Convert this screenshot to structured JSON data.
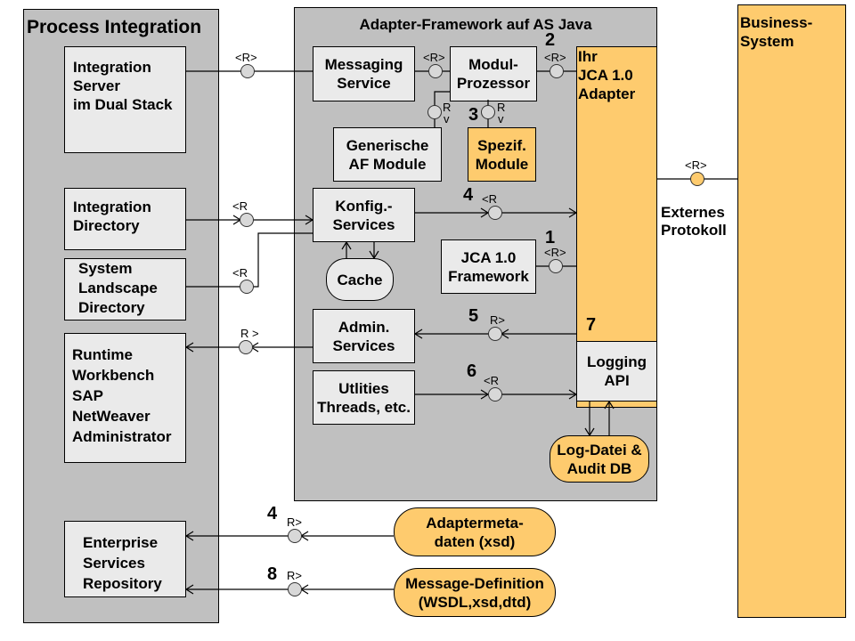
{
  "process_integration": {
    "title": "Process Integration",
    "integration_server": "Integration\nServer\nim Dual Stack",
    "integration_directory": "Integration\nDirectory",
    "sld": "System\nLandscape\nDirectory",
    "runtime_workbench": "Runtime\nWorkbench\nSAP\nNetWeaver\nAdministrator",
    "esr": "Enterprise\nServices\nRepository"
  },
  "adapter_framework": {
    "title": "Adapter-Framework auf AS Java",
    "messaging_service": "Messaging\nService",
    "modul_prozessor": "Modul-\nProzessor",
    "generische_module": "Generische\nAF Module",
    "spezif_module": "Spezif.\nModule",
    "konfig_services": "Konfig.-\nServices",
    "cache": "Cache",
    "jca_framework": "JCA 1.0\nFramework",
    "admin_services": "Admin.\nServices",
    "utilities": "Utlities\nThreads, etc.",
    "jca_adapter": "Ihr\nJCA 1.0\nAdapter",
    "logging_api": "Logging\nAPI",
    "log_datei": "Log-Datei &\nAudit DB"
  },
  "external": {
    "business_system": "Business-\nSystem",
    "externes_protokoll": "Externes\nProtokoll",
    "adaptermetadaten": "Adaptermeta-\ndaten (xsd)",
    "message_definition": "Message-Definition\n(WSDL,xsd,dtd)"
  },
  "numbers": {
    "n1": "1",
    "n2": "2",
    "n3": "3",
    "n4a": "4",
    "n4b": "4",
    "n5": "5",
    "n6": "6",
    "n7": "7",
    "n8": "8"
  },
  "interface_labels": {
    "is_ms": "<R>",
    "ms_mp": "<R>",
    "mp_adapter": "<R>",
    "gen_rv_r": "R",
    "gen_rv_v": "v",
    "spez_rv_r": "R",
    "spez_rv_v": "v",
    "id_konfig": "<R",
    "sld_konfig": "<R",
    "konfig_adapter": "<R",
    "jca_fw": "<R>",
    "admin": "R>",
    "rwb": "R >",
    "utilities": "<R",
    "external": "<R>",
    "meta": "R>",
    "msgdef": "R>"
  },
  "colors": {
    "gray_container": "#c0c0c0",
    "light_box": "#eaeaea",
    "orange": "#fecb6e",
    "interface_circle": "#d8d8d8"
  }
}
